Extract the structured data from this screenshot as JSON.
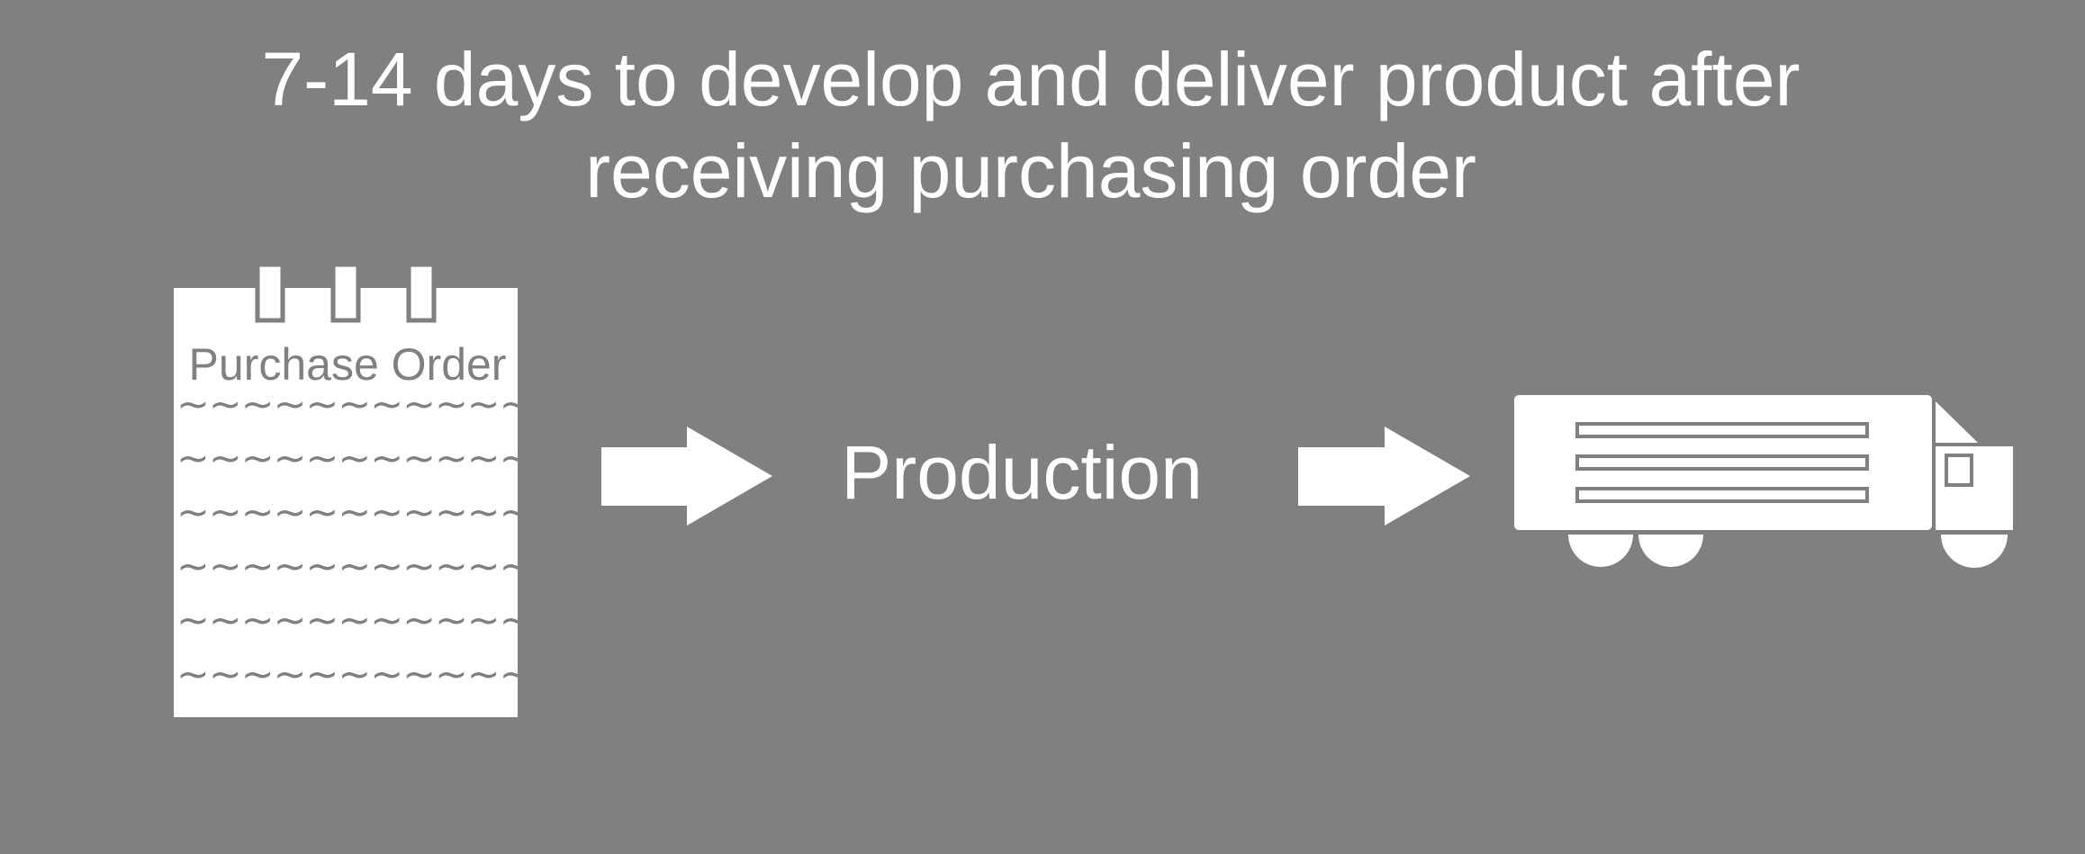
{
  "title": {
    "line1": "7-14 days to develop and deliver product after",
    "line2": "receiving purchasing order"
  },
  "purchase_order": {
    "label": "Purchase Order",
    "lines": [
      "~~~~~~~~~~~~",
      "~~~~~~~~~~~~",
      "~~~~~~~~~~~~",
      "~~~~~~~~~~~~",
      "~~~~~~~~~~~~",
      "~~~~~~~~~~~~"
    ]
  },
  "production": {
    "label": "Production"
  },
  "icons": {
    "order": "notepad-icon",
    "arrow1": "arrow-right-icon",
    "arrow2": "arrow-right-icon",
    "delivery": "truck-icon"
  },
  "colors": {
    "background": "#7f807f",
    "foreground": "#ffffff"
  }
}
